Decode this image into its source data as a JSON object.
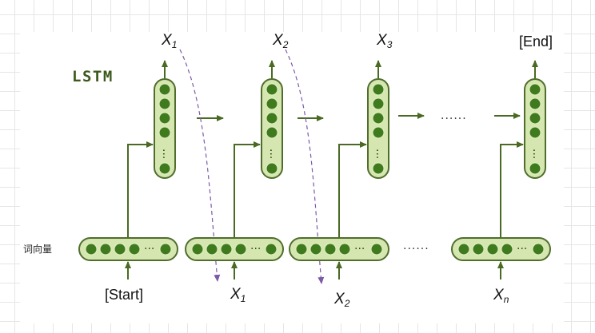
{
  "diagram": {
    "title": "LSTM",
    "embedding_label": "词向量",
    "outputs": [
      {
        "base": "X",
        "sub": "1"
      },
      {
        "base": "X",
        "sub": "2"
      },
      {
        "base": "X",
        "sub": "3"
      },
      {
        "text": "[End]"
      }
    ],
    "inputs": [
      {
        "text": "[Start]"
      },
      {
        "base": "X",
        "sub": "1"
      },
      {
        "base": "X",
        "sub": "2"
      },
      {
        "base": "X",
        "sub": "n"
      }
    ],
    "ellipsis": "......",
    "colors": {
      "node_fill": "#3f7a1f",
      "node_stroke": "#d9ecb6",
      "box_fill": "#d6e6b0",
      "box_stroke": "#4f6e2c",
      "arrow": "#4a6a23",
      "feedback_arrow": "#7d5aa8"
    }
  }
}
